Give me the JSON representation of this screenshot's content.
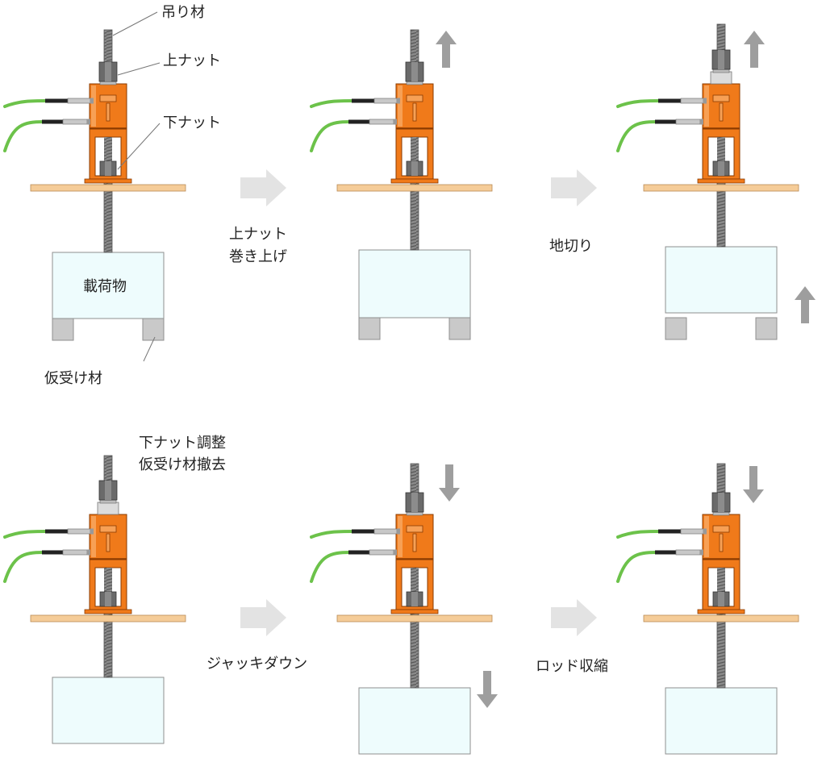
{
  "labels": {
    "hanger": "吊り材",
    "upper_nut": "上ナット",
    "lower_nut": "下ナット",
    "load": "載荷物",
    "temp_support": "仮受け材",
    "step1_line1": "上ナット",
    "step1_line2": "巻き上げ",
    "step2": "地切り",
    "step3_line1": "下ナット調整",
    "step3_line2": "仮受け材撤去",
    "step4": "ジャッキダウン",
    "step5": "ロッド収縮"
  },
  "colors": {
    "jack_orange": "#f07a1a",
    "beam": "#f5cc98",
    "load_fill": "#eefcfd",
    "hose_green": "#6cc24a",
    "arrow_gray": "#9e9e9e",
    "step_arrow": "#e3e3e3",
    "nut_gray": "#6a6a6a"
  },
  "icons": {
    "motion_up": "up-arrow-icon",
    "motion_down": "down-arrow-icon",
    "step": "right-chevron-arrow-icon"
  }
}
